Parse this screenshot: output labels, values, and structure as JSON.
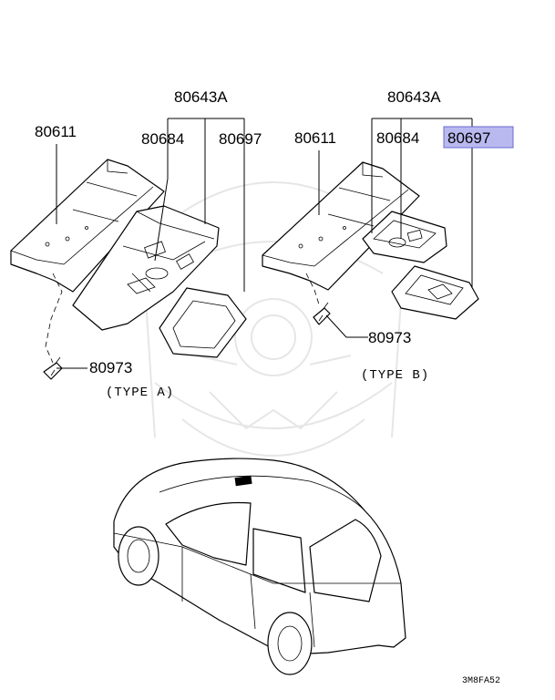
{
  "diagram": {
    "type_a": {
      "caption": "(TYPE A)",
      "labels": {
        "group": "80643A",
        "roof_panel": "80611",
        "lamp_housing": "80684",
        "lens": "80697",
        "screw": "80973"
      }
    },
    "type_b": {
      "caption": "(TYPE B)",
      "labels": {
        "group": "80643A",
        "roof_panel": "80611",
        "lamp_housing": "80684",
        "lens": "80697",
        "screw": "80973"
      },
      "highlighted_label": "80697"
    },
    "figure_code": "3M8FA52",
    "colors": {
      "line": "#000000",
      "highlight_fill": "#b9b9f0",
      "highlight_border": "#6a6ad0",
      "watermark": "#e6e6e6"
    }
  }
}
